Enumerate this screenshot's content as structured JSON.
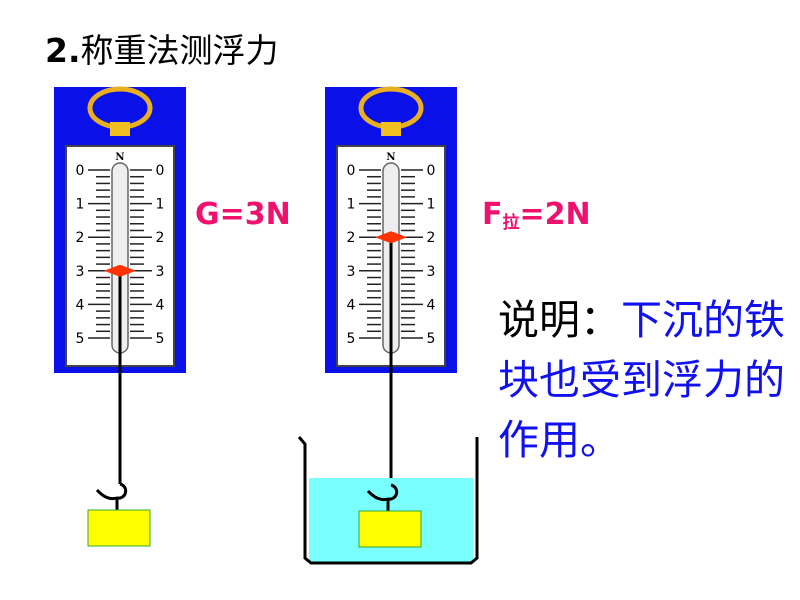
{
  "title": {
    "number": "2.",
    "text": "称重法测浮力"
  },
  "scale_labels": [
    "0",
    "1",
    "2",
    "3",
    "4",
    "5"
  ],
  "unit": "N",
  "scales": [
    {
      "name": "in-air",
      "reading": 3,
      "label_main": "G=3N"
    },
    {
      "name": "in-water",
      "reading": 2,
      "label_pre": "F",
      "label_sub": "拉",
      "label_post": "=2N"
    }
  ],
  "note": {
    "prefix": "说明：",
    "text": "下沉的铁块也受到浮力的作用。"
  },
  "colors": {
    "panel": "#0a10e8",
    "label": "#f0106e",
    "note": "#1010f0",
    "water": "#7affff",
    "block": "#ffff00",
    "pointer": "#ff3300"
  }
}
